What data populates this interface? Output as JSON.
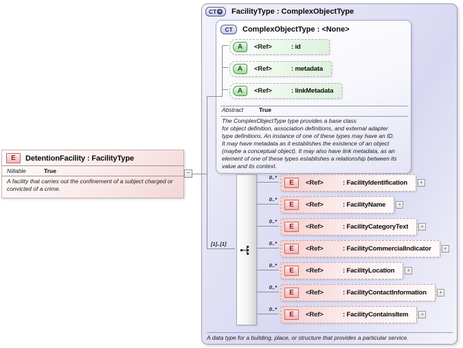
{
  "left_node": {
    "icon": "E",
    "title": "DetentionFacility : FacilityType",
    "facet_label": "Nillable",
    "facet_value": "True",
    "description": "A facility that carries out the confinement of a subject charged or convicted of a crime."
  },
  "type_box": {
    "icon": "CT",
    "title": "FacilityType : ComplexObjectType",
    "footer": "A data type for a building, place, or structure that provides a particular service."
  },
  "base": {
    "icon": "CT",
    "title": "ComplexObjectType : <None>",
    "attributes": [
      {
        "icon": "A",
        "ref": "<Ref>",
        "name": ": id"
      },
      {
        "icon": "A",
        "ref": "<Ref>",
        "name": ": metadata"
      },
      {
        "icon": "A",
        "ref": "<Ref>",
        "name": ": linkMetadata"
      }
    ],
    "facet_label": "Abstract",
    "facet_value": "True",
    "description": "The ComplexObjectType type provides a base class\nfor object definition, association definitions, and external adapter\ntype definitions. An instance of one of these types may have an ID.\nIt may have metadata as it establishes the existence of an object\n(maybe a conceptual object). It may also have link metadata, as an\nelement of one of these types establishes a relationship between its\nvalue and its context."
  },
  "sequence": {
    "cardinality": "[1]..[1]",
    "elements": [
      {
        "icon": "E",
        "occurs": "0..*",
        "ref": "<Ref>",
        "name": ": FacilityIdentification"
      },
      {
        "icon": "E",
        "occurs": "0..*",
        "ref": "<Ref>",
        "name": ": FacilityName"
      },
      {
        "icon": "E",
        "occurs": "0..*",
        "ref": "<Ref>",
        "name": ": FacilityCategoryText"
      },
      {
        "icon": "E",
        "occurs": "0..*",
        "ref": "<Ref>",
        "name": ": FacilityCommercialIndicator"
      },
      {
        "icon": "E",
        "occurs": "0..*",
        "ref": "<Ref>",
        "name": ": FacilityLocation"
      },
      {
        "icon": "E",
        "occurs": "0..*",
        "ref": "<Ref>",
        "name": ": FacilityContactInformation"
      },
      {
        "icon": "E",
        "occurs": "0..*",
        "ref": "<Ref>",
        "name": ": FacilityContainsItem"
      }
    ]
  },
  "symbols": {
    "plus": "+",
    "minus": "−"
  },
  "colors": {
    "element_pink": "#f6d0d0",
    "element_border": "#c06767",
    "attribute_green": "#def2de",
    "attribute_border": "#4f8f4f",
    "complextype_lavender": "#d8d8f2",
    "complextype_border": "#55558f",
    "line_gray": "#8f8f8f"
  }
}
